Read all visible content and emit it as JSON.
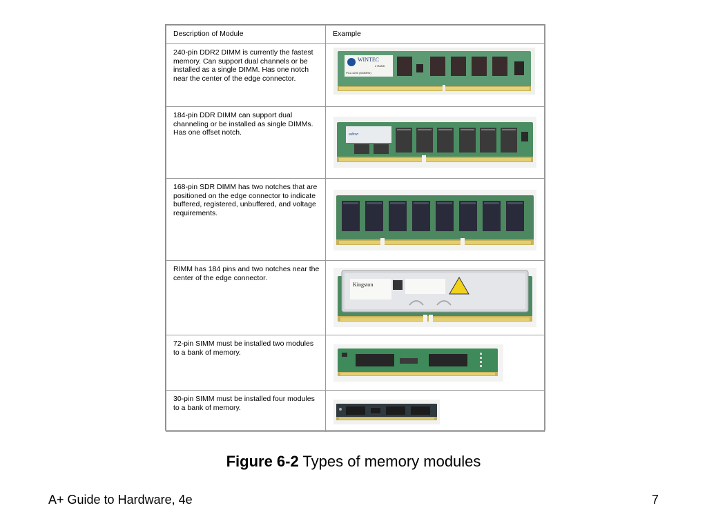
{
  "table": {
    "headers": {
      "description": "Description of Module",
      "example": "Example"
    },
    "rows": [
      {
        "description": "240-pin DDR2 DIMM is currently the fastest memory. Can support dual channels or be installed as a single DIMM. Has one notch near the center of the edge connector.",
        "label_brand": "WINTEC",
        "label_line1": "PC2-4200 (533MHz)",
        "label_line2": "2 RANK"
      },
      {
        "description": "184-pin DDR DIMM can support dual channeling or be installed as single DIMMs. Has one offset notch."
      },
      {
        "description": "168-pin SDR DIMM has two notches that are positioned on the edge connector to indicate buffered, registered, unbuffered, and voltage requirements."
      },
      {
        "description": "RIMM has 184 pins and two notches near the center of the edge connector.",
        "label_brand": "Kingston"
      },
      {
        "description": "72-pin SIMM must be installed two modules to a bank of memory."
      },
      {
        "description": "30-pin SIMM must be installed four modules to a bank of memory."
      }
    ]
  },
  "caption": {
    "label": "Figure 6-2",
    "text": " Types of memory modules"
  },
  "footer": {
    "title": "A+ Guide to Hardware, 4e",
    "page": "7"
  }
}
